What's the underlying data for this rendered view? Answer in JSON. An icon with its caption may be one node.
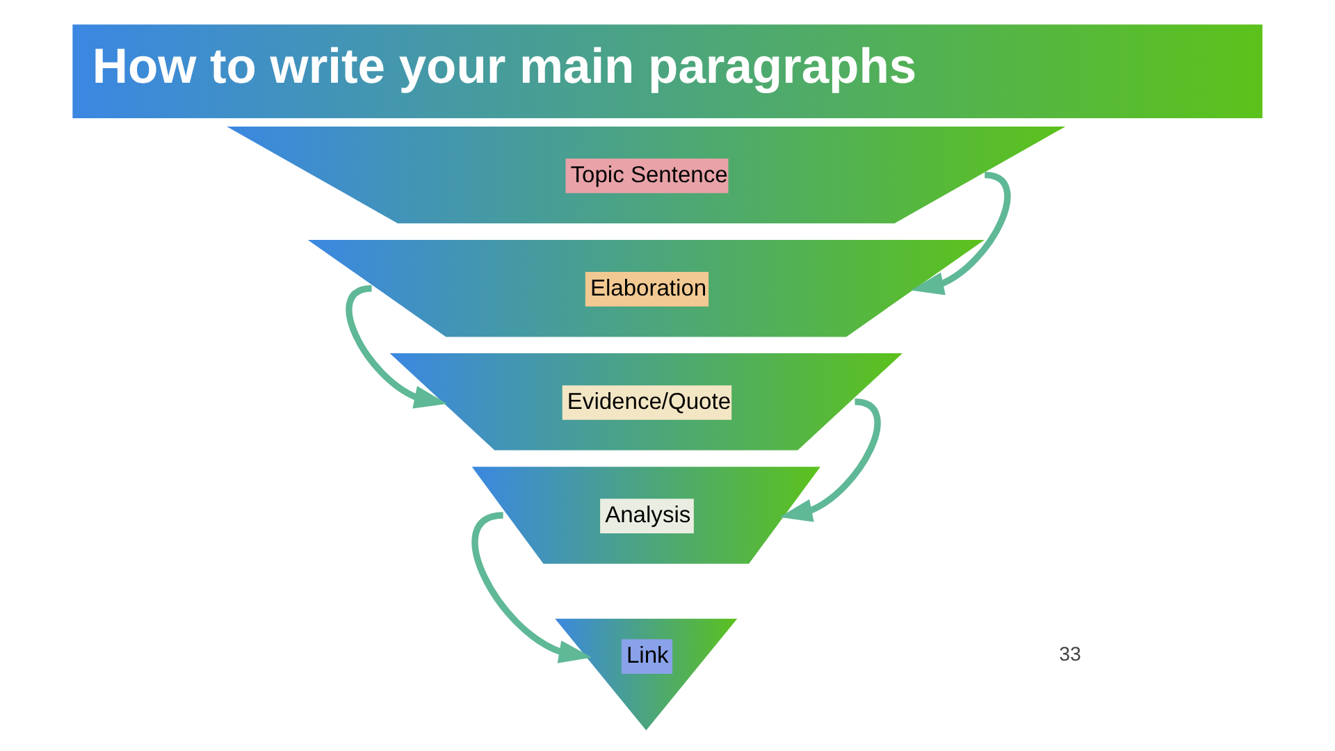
{
  "diagram": {
    "title": "How to write your main paragraphs",
    "nodes": [
      {
        "text": [
          "Topic Sentence"
        ]
      },
      {
        "text": [
          "Elaboration"
        ]
      },
      {
        "text": [
          "Evidence/Quote"
        ]
      },
      {
        "text": [
          "Analysis"
        ]
      },
      {
        "text": [
          "Link"
        ]
      }
    ],
    "edges": [
      {
        "from": 0,
        "to": 1,
        "arrow": "to"
      },
      {
        "from": 1,
        "to": 2,
        "arrow": "to"
      },
      {
        "from": 2,
        "to": 3,
        "arrow": "to"
      },
      {
        "from": 3,
        "to": 4,
        "arrow": "to"
      }
    ],
    "labels": [
      "33"
    ]
  }
}
